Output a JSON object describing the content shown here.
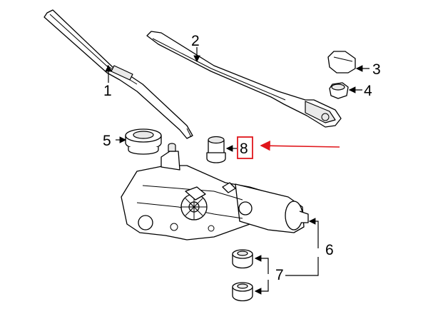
{
  "callouts": {
    "c1": "1",
    "c2": "2",
    "c3": "3",
    "c4": "4",
    "c5": "5",
    "c6": "6",
    "c7": "7",
    "c8": "8"
  },
  "parts": [
    {
      "id": "1",
      "icon": "wiper-blade-icon"
    },
    {
      "id": "2",
      "icon": "wiper-arm-icon"
    },
    {
      "id": "3",
      "icon": "arm-cap-icon"
    },
    {
      "id": "4",
      "icon": "nut-icon"
    },
    {
      "id": "5",
      "icon": "grommet-icon"
    },
    {
      "id": "6",
      "icon": "wiper-motor-icon"
    },
    {
      "id": "7",
      "icon": "mount-bushing-icon"
    },
    {
      "id": "8",
      "icon": "spindle-seal-icon"
    }
  ],
  "highlight": {
    "callout": "8",
    "color": "#e0161b"
  }
}
